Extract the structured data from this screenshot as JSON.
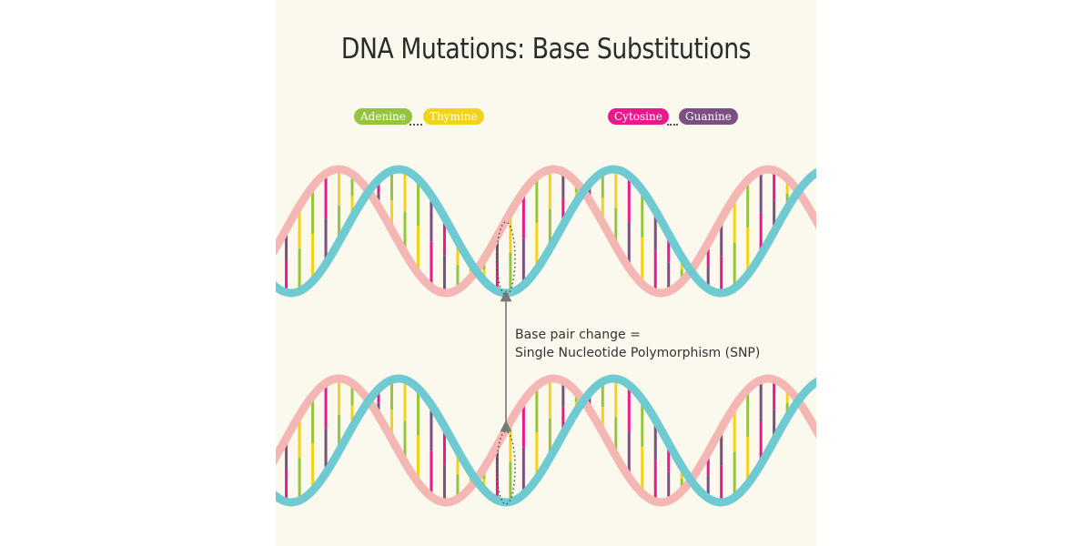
{
  "title": "DNA Mutations: Base Substitutions",
  "legend": [
    {
      "label": "Adenine",
      "color": "#95c53d",
      "icon": "adenine-swatch"
    },
    {
      "label": "Thymine",
      "color": "#f2d21b",
      "icon": "thymine-swatch"
    },
    {
      "label": "Cytosine",
      "color": "#e8198c",
      "icon": "cytosine-swatch"
    },
    {
      "label": "Guanine",
      "color": "#7b4f82",
      "icon": "guanine-swatch"
    }
  ],
  "caption": {
    "line1": "Base pair change =",
    "line2": "Single Nucleotide Polymorphism (SNP)"
  },
  "colors": {
    "background": "#fbf9ed",
    "strand_blue": "#6fcad2",
    "strand_pink": "#f4b7b4",
    "arrow": "#777777"
  },
  "sequence": [
    "C",
    "A",
    "T",
    "G",
    "A",
    "T",
    "G",
    "C",
    "A",
    "T",
    "A",
    "G",
    "C",
    "T",
    "A",
    "T",
    "C",
    "A",
    "G",
    "T",
    "A",
    "C",
    "T",
    "G",
    "A",
    "T",
    "C",
    "A",
    "G",
    "C",
    "T",
    "A",
    "G",
    "C",
    "A",
    "T",
    "C",
    "G",
    "A",
    "T"
  ],
  "mutation": {
    "position": 13,
    "original": "A",
    "substituted": "T"
  }
}
